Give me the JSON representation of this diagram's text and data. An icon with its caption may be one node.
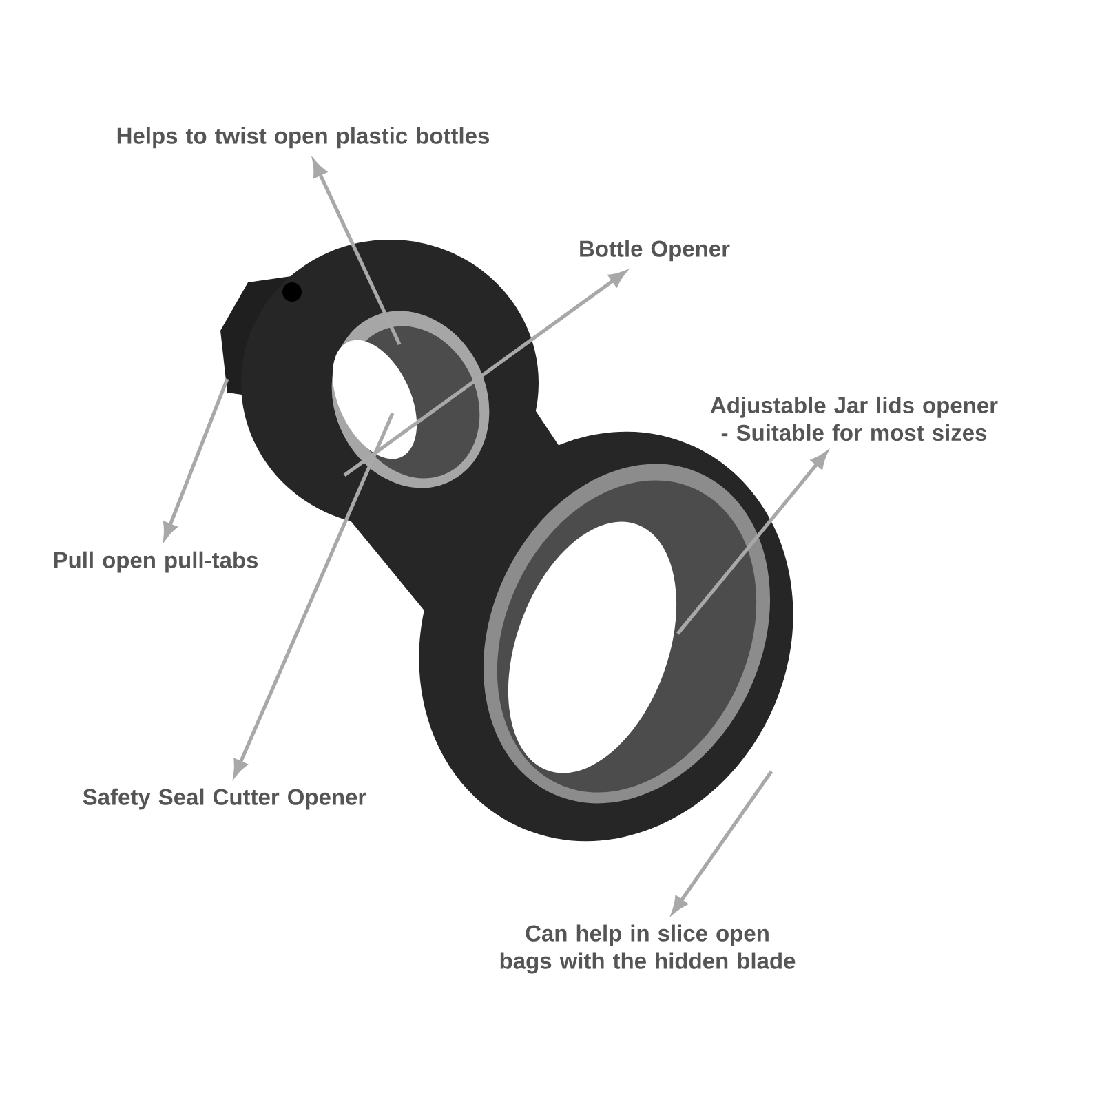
{
  "diagram": {
    "nodes": [
      {
        "text": [
          "Helps to twist open plastic bottles"
        ]
      },
      {
        "text": [
          "Bottle Opener"
        ]
      },
      {
        "text": [
          "Adjustable Jar lids opener - Suitable for most sizes"
        ]
      },
      {
        "text": [
          "Pull open pull-tabs"
        ]
      },
      {
        "text": [
          "Safety Seal Cutter Opener"
        ]
      },
      {
        "text": [
          "Can help in slice open bags with the hidden blade"
        ]
      }
    ],
    "edges": [
      {
        "from": null,
        "to": 0,
        "arrow": "to"
      },
      {
        "from": null,
        "to": 1,
        "arrow": "to"
      },
      {
        "from": null,
        "to": 2,
        "arrow": "to"
      },
      {
        "from": null,
        "to": 3,
        "arrow": "to"
      },
      {
        "from": null,
        "to": 4,
        "arrow": "to"
      },
      {
        "from": null,
        "to": 5,
        "arrow": "to"
      }
    ]
  }
}
